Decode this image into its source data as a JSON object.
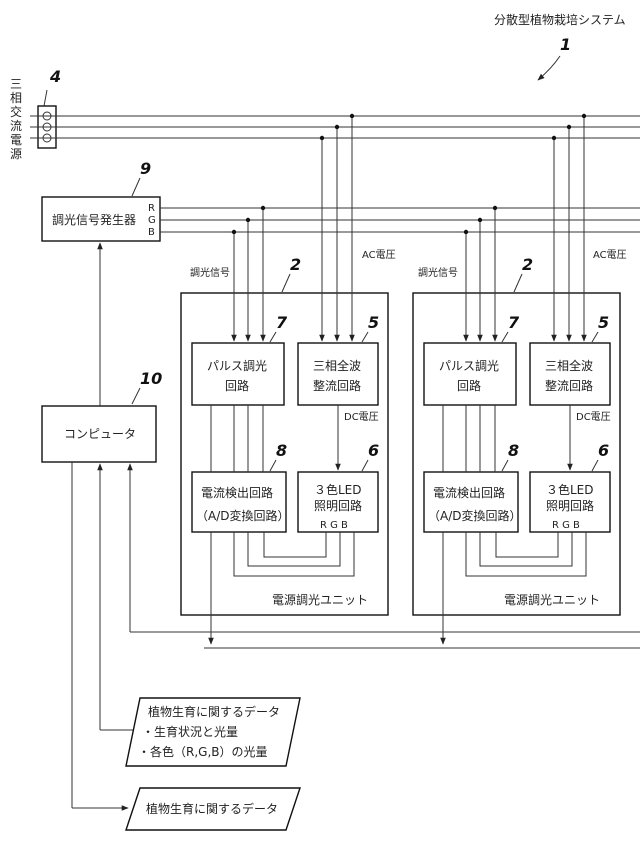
{
  "system": {
    "title": "分散型植物栽培システム",
    "ref": "1"
  },
  "power": {
    "label": "三相交流電源",
    "ref": "4"
  },
  "dimmer_generator": {
    "label": "調光信号発生器",
    "ref": "9",
    "r": "R",
    "g": "G",
    "b": "B"
  },
  "computer": {
    "label": "コンピュータ",
    "ref": "10"
  },
  "units": [
    {
      "ref": "2",
      "dim_signal": "調光信号",
      "ac": "AC電圧",
      "dc": "DC電圧",
      "pulse": {
        "line1": "パルス調光",
        "line2": "回路",
        "ref": "7"
      },
      "rect": {
        "line1": "三相全波",
        "line2": "整流回路",
        "ref": "5"
      },
      "detect": {
        "line1": "電流検出回路",
        "line2": "（A/D変換回路）",
        "ref": "8"
      },
      "led": {
        "line1": "３色LED",
        "line2": "照明回路",
        "rgb": "R G B",
        "ref": "6"
      },
      "name": "電源調光ユニット"
    },
    {
      "ref": "2",
      "dim_signal": "調光信号",
      "ac": "AC電圧",
      "dc": "DC電圧",
      "pulse": {
        "line1": "パルス調光",
        "line2": "回路",
        "ref": "7"
      },
      "rect": {
        "line1": "三相全波",
        "line2": "整流回路",
        "ref": "5"
      },
      "detect": {
        "line1": "電流検出回路",
        "line2": "（A/D変換回路）",
        "ref": "8"
      },
      "led": {
        "line1": "３色LED",
        "line2": "照明回路",
        "rgb": "R G B",
        "ref": "6"
      },
      "name": "電源調光ユニット"
    }
  ],
  "data_in": {
    "title": "植物生育に関するデータ",
    "item1": "・生育状況と光量",
    "item2": "・各色（R,G,B）の光量"
  },
  "data_out": {
    "title": "植物生育に関するデータ"
  }
}
